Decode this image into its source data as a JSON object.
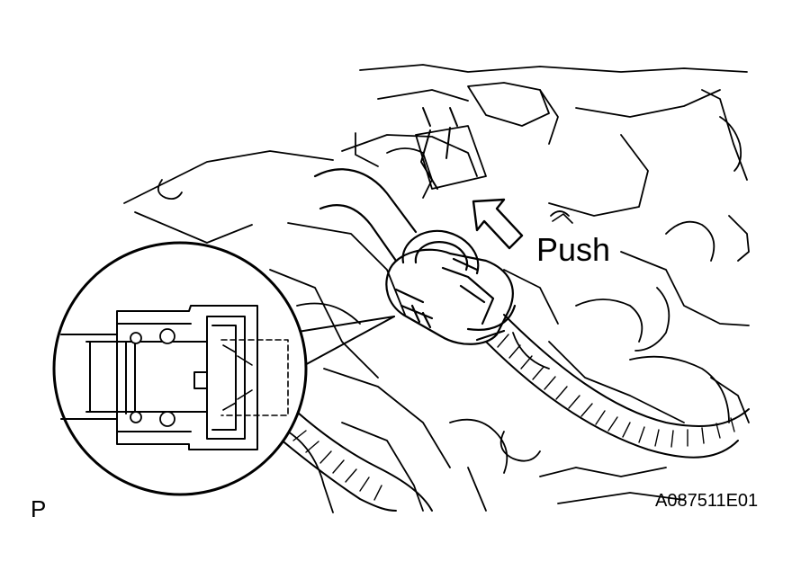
{
  "labels": {
    "push": "Push",
    "view_code": "P",
    "figure_id": "A087511E01"
  },
  "icons": {
    "push_arrow": "arrow-up-left-icon"
  },
  "colors": {
    "line": "#000000",
    "background": "#ffffff"
  }
}
